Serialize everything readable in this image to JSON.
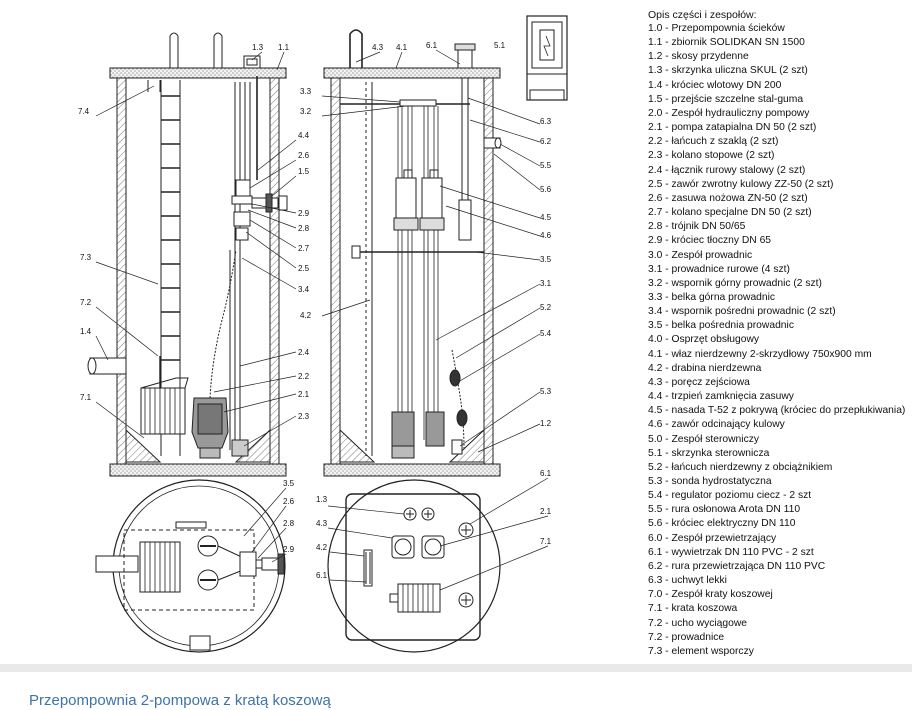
{
  "legend": {
    "heading": "Opis części i zespołów:",
    "items": [
      "1.0 - Przepompownia ścieków",
      "1.1 - zbiornik SOLIDKAN SN 1500",
      "1.2 - skosy przydenne",
      "1.3 - skrzynka uliczna SKUL (2 szt)",
      "1.4 - króciec wlotowy DN 200",
      "1.5 - przejście szczelne stal-guma",
      "2.0 - Zespół hydrauliczny pompowy",
      "2.1 - pompa zatapialna DN 50 (2 szt)",
      "2.2 - łańcuch z szaklą (2 szt)",
      "2.3 - kolano stopowe (2 szt)",
      "2.4 - łącznik rurowy stalowy (2 szt)",
      "2.5 - zawór zwrotny kulowy ZZ-50 (2 szt)",
      "2.6 - zasuwa nożowa ZN-50 (2 szt)",
      "2.7 - kolano specjalne DN 50 (2 szt)",
      "2.8 - trójnik DN 50/65",
      "2.9 - króciec tłoczny DN 65",
      "3.0 - Zespół prowadnic",
      "3.1 - prowadnice rurowe (4 szt)",
      "3.2 - wspornik górny prowadnic (2 szt)",
      "3.3 - belka górna prowadnic",
      "3.4 - wspornik pośredni prowadnic (2 szt)",
      "3.5 - belka pośrednia prowadnic",
      "4.0 - Osprzęt obsługowy",
      "4.1 - właz nierdzewny 2-skrzydłowy 750x900 mm",
      "4.2 - drabina nierdzewna",
      "4.3 - poręcz zejściowa",
      "4.4 - trzpień zamknięcia zasuwy",
      "4.5 - nasada T-52 z pokrywą (króciec do przepłukiwania)",
      "4.6 - zawór odcinający kulowy",
      "5.0 - Zespół sterowniczy",
      "5.1 - skrzynka sterownicza",
      "5.2 - łańcuch nierdzewny z obciążnikiem",
      "5.3 - sonda hydrostatyczna",
      "5.4 - regulator poziomu ciecz - 2 szt",
      "5.5 - rura osłonowa Arota DN 110",
      "5.6 - króciec elektryczny DN 110",
      "6.0 - Zespół przewietrzający",
      "6.1 - wywietrzak DN 110 PVC - 2 szt",
      "6.2 - rura przewietrzająca DN 110 PVC",
      "6.3 - uchwyt lekki",
      "7.0 - Zespół kraty koszowej",
      "7.1 - krata koszowa",
      "7.2 - ucho wyciągowe",
      "7.2 - prowadnice",
      "7.3 - element wsporczy"
    ]
  },
  "caption": "Przepompownia 2-pompowa z kratą koszową",
  "labels": {
    "view1": {
      "l74": "7.4",
      "l13": "1.3",
      "l11": "1.1",
      "l44": "4.4",
      "l26": "2.6",
      "l15": "1.5",
      "l29": "2.9",
      "l28": "2.8",
      "l27": "2.7",
      "l25": "2.5",
      "l34": "3.4",
      "l73": "7.3",
      "l72": "7.2",
      "l14": "1.4",
      "l24": "2.4",
      "l22": "2.2",
      "l71": "7.1",
      "l21": "2.1",
      "l23": "2.3"
    },
    "view2": {
      "l43": "4.3",
      "l41": "4.1",
      "l61": "6.1",
      "l51": "5.1",
      "l33": "3.3",
      "l32": "3.2",
      "l63": "6.3",
      "l62": "6.2",
      "l55": "5.5",
      "l56": "5.6",
      "l45": "4.5",
      "l46": "4.6",
      "l35": "3.5",
      "l42": "4.2",
      "l31": "3.1",
      "l52": "5.2",
      "l54": "5.4",
      "l53": "5.3",
      "l12": "1.2"
    },
    "plan1": {
      "l35": "3.5",
      "l26": "2.6",
      "l28": "2.8",
      "l29": "2.9"
    },
    "plan2": {
      "l13": "1.3",
      "l61r": "6.1",
      "l43": "4.3",
      "l21": "2.1",
      "l42": "4.2",
      "l71": "7.1",
      "l61l": "6.1"
    }
  }
}
